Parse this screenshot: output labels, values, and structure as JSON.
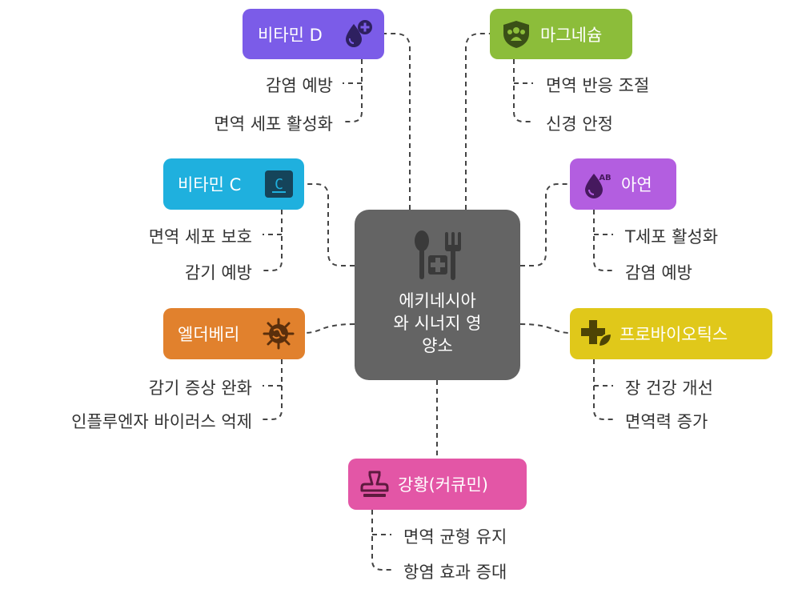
{
  "center": {
    "lines": [
      "에키네시아",
      "와 시너지 영",
      "양소"
    ],
    "icon": "utensils-plus-icon",
    "color": "#646464"
  },
  "nodes": {
    "vitamin_d": {
      "label": "비타민 D",
      "icon": "drop-plus-icon",
      "color": "#7b5ce8",
      "leaves": [
        "감염 예방",
        "면역 세포 활성화"
      ]
    },
    "vitamin_c": {
      "label": "비타민 C",
      "icon": "letter-c-box-icon",
      "color": "#1fb0de",
      "leaves": [
        "면역 세포 보호",
        "감기 예방"
      ]
    },
    "elderberry": {
      "label": "엘더베리",
      "icon": "virus-icon",
      "color": "#e1812d",
      "leaves": [
        "감기 증상 완화",
        "인플루엔자 바이러스 억제"
      ]
    },
    "magnesium": {
      "label": "마그네슘",
      "icon": "shield-users-icon",
      "color": "#8cbd3a",
      "leaves": [
        "면역 반응 조절",
        "신경 안정"
      ]
    },
    "zinc": {
      "label": "아연",
      "icon": "blood-type-drop-icon",
      "color": "#b35ee0",
      "leaves": [
        "T세포 활성화",
        "감염 예방"
      ]
    },
    "probiotics": {
      "label": "프로바이오틱스",
      "icon": "medical-plus-leaf-icon",
      "color": "#e0c81a",
      "leaves": [
        "장 건강 개선",
        "면역력 증가"
      ]
    },
    "turmeric": {
      "label": "강황(커큐민)",
      "icon": "stamp-icon",
      "color": "#e356a6",
      "leaves": [
        "면역 균형 유지",
        "항염 효과 증대"
      ]
    }
  }
}
